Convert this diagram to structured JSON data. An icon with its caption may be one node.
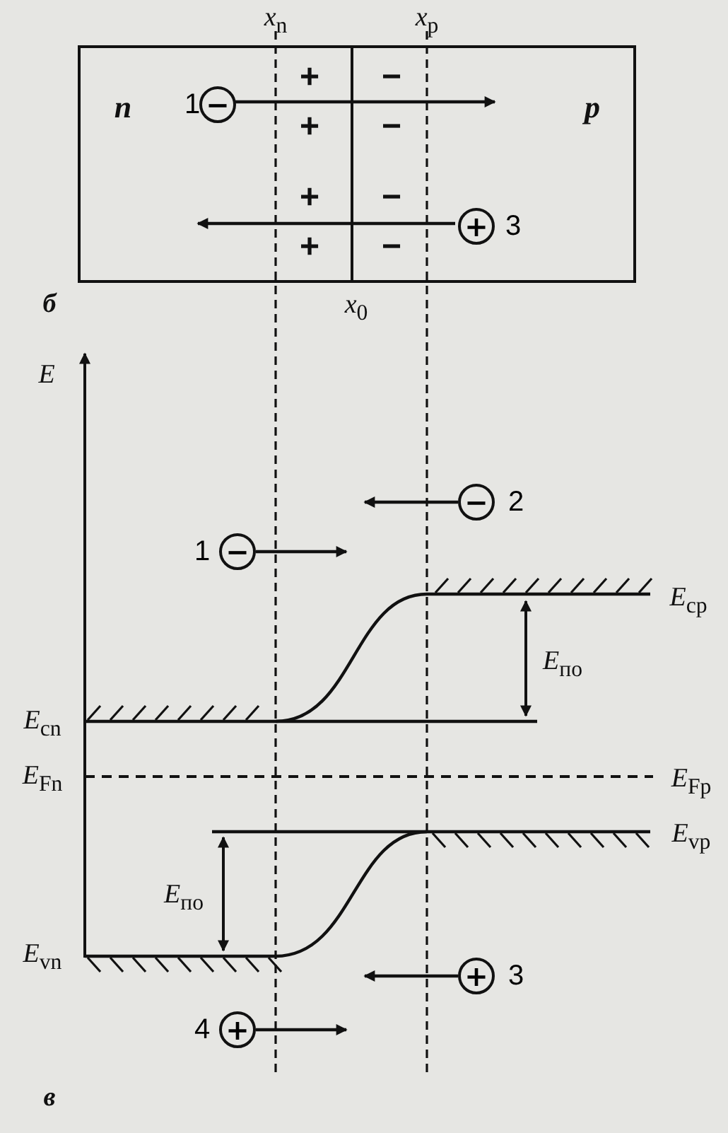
{
  "diagram": {
    "nodes": [
      {
        "text": [
          "n",
          "p"
        ]
      },
      {
        "text": [
          "−"
        ],
        "in": 0,
        "beside": [
          "1"
        ]
      },
      {
        "text": [
          "+"
        ],
        "in": 0,
        "beside": [
          "3"
        ]
      },
      {
        "text": [
          "−"
        ],
        "beside": [
          "2"
        ]
      },
      {
        "text": [
          "−"
        ],
        "beside": [
          "1"
        ]
      },
      {
        "text": [
          "+"
        ],
        "beside": [
          "3"
        ]
      },
      {
        "text": [
          "+"
        ],
        "beside": [
          "4"
        ]
      }
    ],
    "edges": [
      {
        "from": 1,
        "to": null,
        "arrow": "to"
      },
      {
        "from": 2,
        "to": null,
        "arrow": "to"
      },
      {
        "from": 3,
        "to": null,
        "arrow": "to"
      },
      {
        "from": 4,
        "to": null,
        "arrow": "to"
      },
      {
        "from": 5,
        "to": null,
        "arrow": "to"
      },
      {
        "from": 6,
        "to": null,
        "arrow": "to"
      }
    ],
    "labels": [
      "*x*$_{n}$",
      "*x*$_{p}$",
      "+",
      "−",
      "+",
      "−",
      "+",
      "−",
      "+",
      "−",
      "*x*$_{0}$",
      "б",
      "E",
      "*E*$_{cp}$",
      "*E*$_{по}$",
      "*E*$_{cn}$",
      "*E*$_{Fn}$",
      "*E*$_{Fp}$",
      "*E*$_{vp}$",
      "*E*$_{по}$",
      "*E*$_{vn}$",
      "в"
    ]
  }
}
